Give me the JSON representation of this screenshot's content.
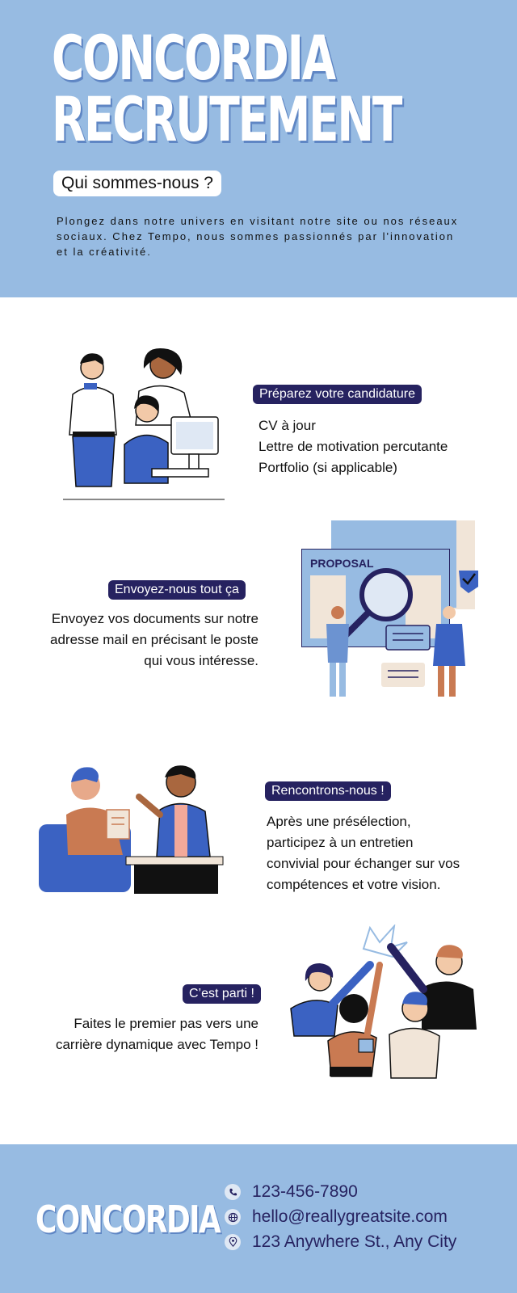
{
  "hero": {
    "title_line1": "CONCORDIA",
    "title_line2": "RECRUTEMENT",
    "who_label": "Qui sommes-nous ?",
    "description": "Plongez dans notre univers en visitant notre site ou nos réseaux sociaux. Chez Tempo, nous sommes passionnés par l'innovation et la créativité."
  },
  "steps": [
    {
      "label": "Préparez votre candidature",
      "lines": [
        "CV à jour",
        "Lettre de motivation percutante",
        "Portfolio (si applicable)"
      ]
    },
    {
      "label": "Envoyez-nous tout ça",
      "lines": [
        "Envoyez vos documents sur notre",
        "adresse mail en précisant le poste",
        "qui vous intéresse."
      ],
      "proposal_text": "PROPOSAL"
    },
    {
      "label": "Rencontrons-nous !",
      "lines": [
        "Après une présélection,",
        "participez à un entretien",
        "convivial pour échanger sur vos",
        "compétences et votre vision."
      ]
    },
    {
      "label": "C’est parti !",
      "lines": [
        "Faites le premier pas vers une",
        "carrière dynamique avec Tempo !"
      ]
    }
  ],
  "footer": {
    "logo": "CONCORDIA",
    "phone": "123-456-7890",
    "email": "hello@reallygreatsite.com",
    "address": "123 Anywhere St., Any City"
  },
  "colors": {
    "hero_bg": "#97bbe2",
    "label_bg": "#262260",
    "accent_blue": "#3b62c2"
  }
}
